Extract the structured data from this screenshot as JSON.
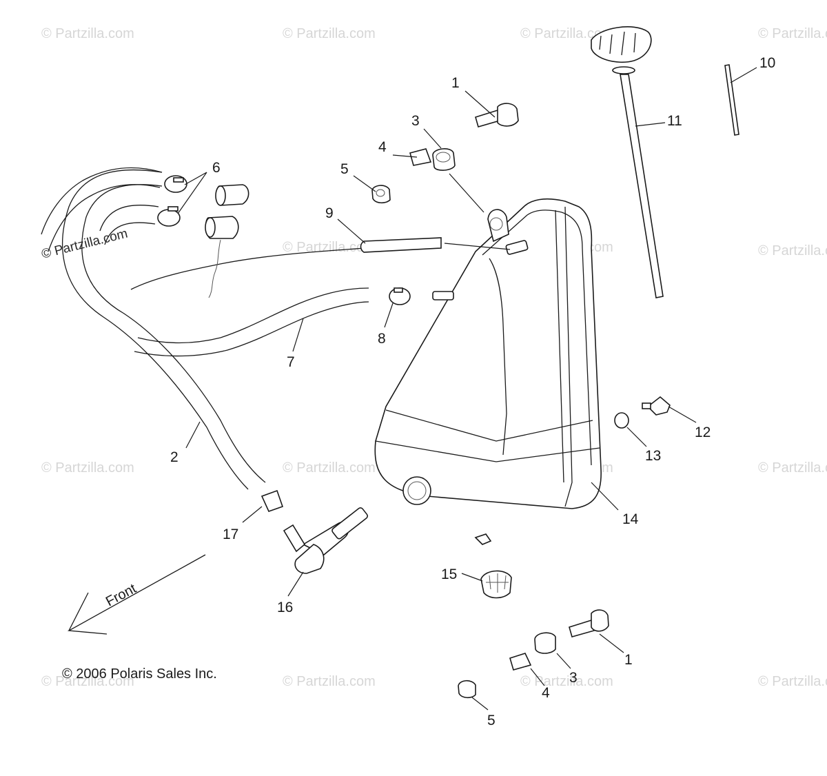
{
  "watermark": "© Partzilla.com",
  "watermark_dark": "© Partzilla.com",
  "copyright": "© 2006 Polaris Sales Inc.",
  "direction_label": "Front",
  "callouts": {
    "c1_top": "1",
    "c3_top": "3",
    "c4_top": "4",
    "c5_top": "5",
    "c6": "6",
    "c9": "9",
    "c10": "10",
    "c11": "11",
    "c8": "8",
    "c7": "7",
    "c2": "2",
    "c12": "12",
    "c13": "13",
    "c14": "14",
    "c17": "17",
    "c16": "16",
    "c15": "15",
    "c1_bot": "1",
    "c3_bot": "3",
    "c4_bot": "4",
    "c5_bot": "5"
  }
}
